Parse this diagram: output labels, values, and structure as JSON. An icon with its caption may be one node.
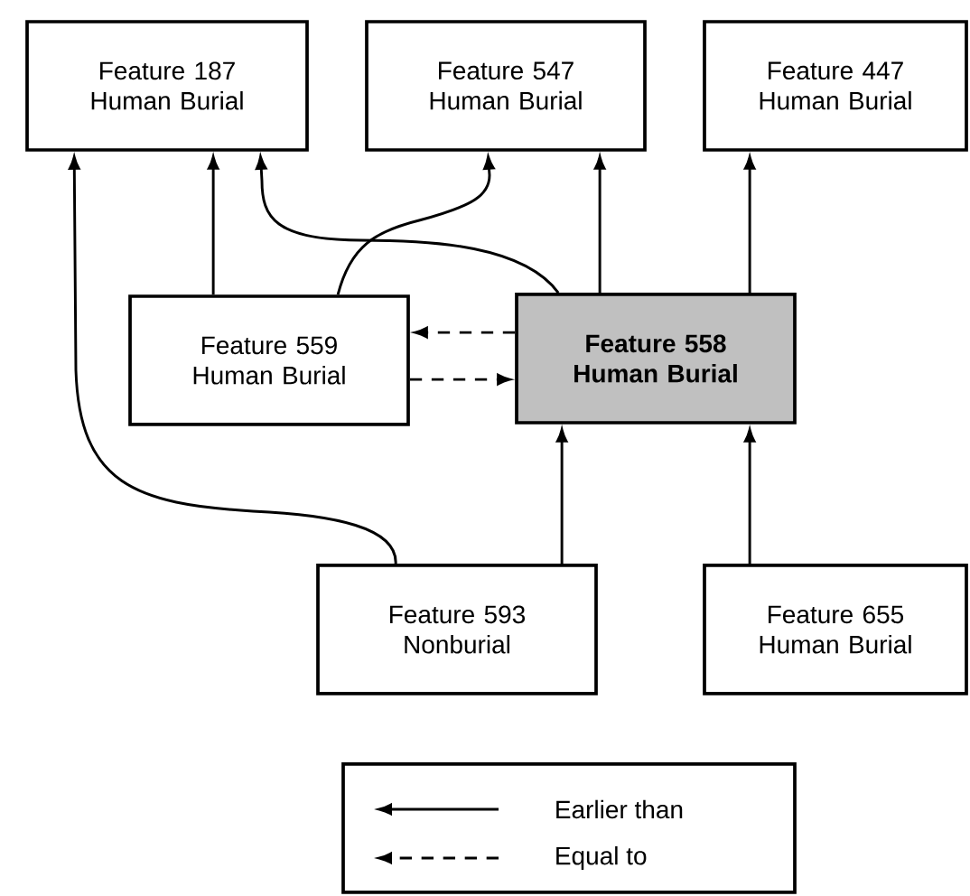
{
  "diagram": {
    "nodes": [
      {
        "text": [
          "Feature 187 Human Burial"
        ]
      },
      {
        "text": [
          "Feature 547 Human Burial"
        ]
      },
      {
        "text": [
          "Feature 447 Human Burial"
        ]
      },
      {
        "text": [
          "Feature 559 Human Burial"
        ]
      },
      {
        "text": [
          "Feature 558 Human Burial"
        ]
      },
      {
        "text": [
          "Feature 593 Nonburial"
        ]
      },
      {
        "text": [
          "Feature 655 Human Burial"
        ]
      }
    ],
    "edges": [
      {
        "from": 3,
        "to": 0,
        "arrow": "to"
      },
      {
        "from": 4,
        "to": 0,
        "arrow": "to"
      },
      {
        "from": 3,
        "to": 1,
        "arrow": "to"
      },
      {
        "from": 4,
        "to": 1,
        "arrow": "to"
      },
      {
        "from": 4,
        "to": 2,
        "arrow": "to"
      },
      {
        "from": 4,
        "to": 3,
        "arrow": "to",
        "style": "dashed"
      },
      {
        "from": 3,
        "to": 4,
        "arrow": "to",
        "style": "dashed"
      },
      {
        "from": 5,
        "to": 0,
        "arrow": "to"
      },
      {
        "from": 5,
        "to": 4,
        "arrow": "to"
      },
      {
        "from": 6,
        "to": 4,
        "arrow": "to"
      }
    ],
    "legend": [
      {
        "text": "Earlier than"
      },
      {
        "text": "Equal to"
      }
    ]
  }
}
